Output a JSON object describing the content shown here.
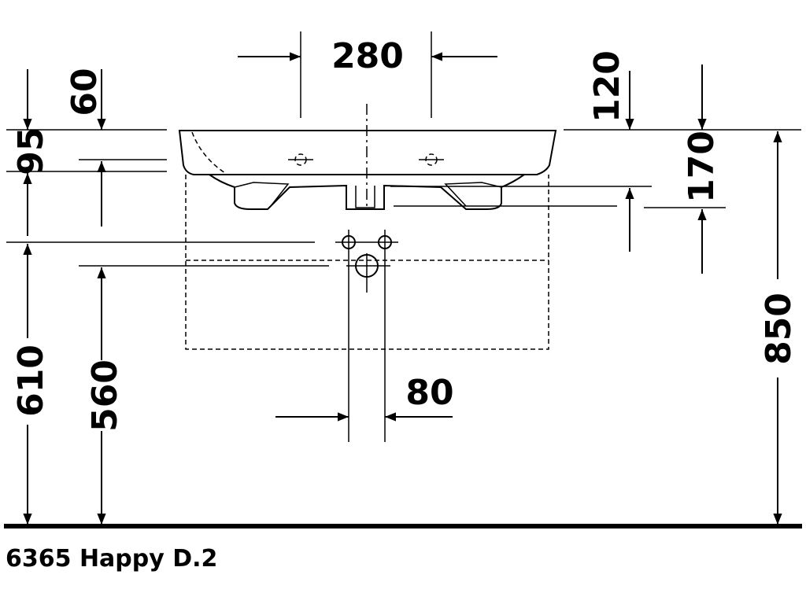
{
  "product_caption": "6365 Happy D.2",
  "dimensions": {
    "tap_hole_spacing": "280",
    "top_offset_left": "60",
    "top_offset_right": "120",
    "rim_height": "95",
    "bowl_depth": "170",
    "overall_height": "850",
    "supply_height": "610",
    "drain_height": "560",
    "supply_spacing": "80"
  }
}
